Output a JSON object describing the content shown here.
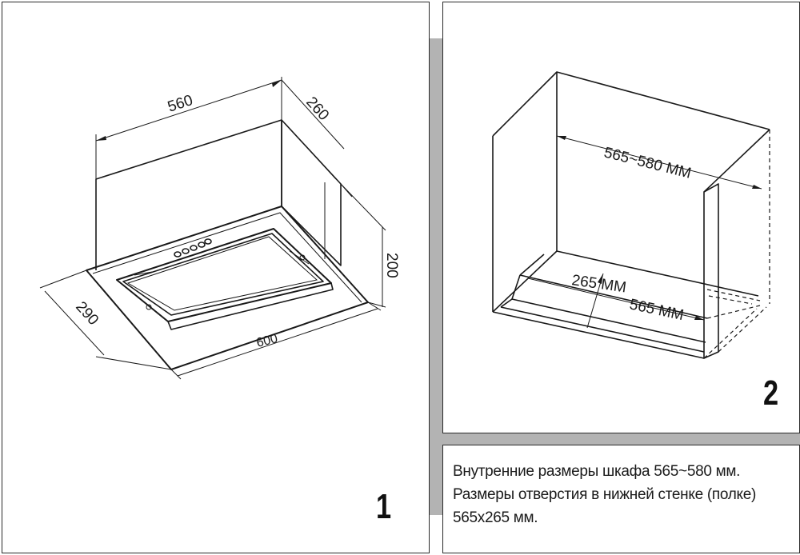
{
  "panel_1": {
    "number": "1",
    "dimensions": {
      "width_top": "560",
      "depth_top": "260",
      "height": "200",
      "depth_bottom": "290",
      "width_bottom": "600"
    }
  },
  "panel_2": {
    "number": "2",
    "dimensions": {
      "inner_width": "565~580 ММ",
      "opening_depth": "265 ММ",
      "opening_width": "565 ММ"
    }
  },
  "caption": {
    "line_1": "Внутренние размеры шкафа 565~580 мм.",
    "line_2": "Размеры отверстия в нижней стенке (полке)",
    "line_3": "565х265 мм."
  }
}
